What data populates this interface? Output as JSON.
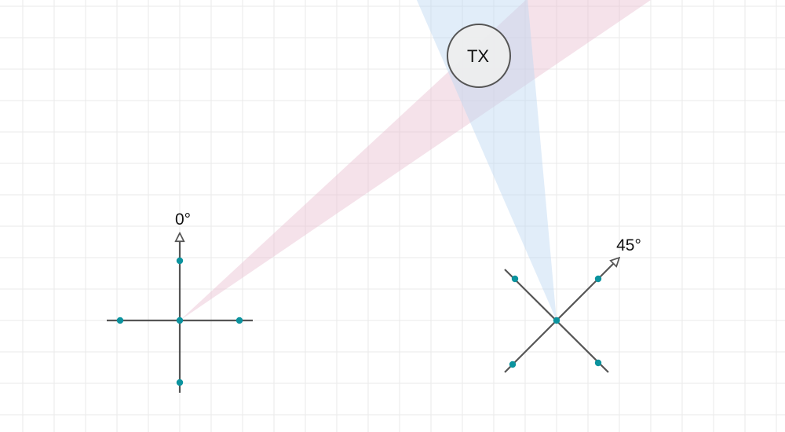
{
  "transmitter": {
    "label": "TX"
  },
  "antennas": [
    {
      "id": "left",
      "angle_label": "0°",
      "rotation_deg": 0
    },
    {
      "id": "right",
      "angle_label": "45°",
      "rotation_deg": 45
    }
  ],
  "colors": {
    "background": "#ffffff",
    "grid": "#eaeaea",
    "wire": "#555555",
    "node": "#0b939e",
    "beam_pink": "#e9bfd0",
    "beam_blue": "#bcd6f2",
    "tx_fill": "#eeeeee",
    "tx_stroke": "#555555"
  }
}
